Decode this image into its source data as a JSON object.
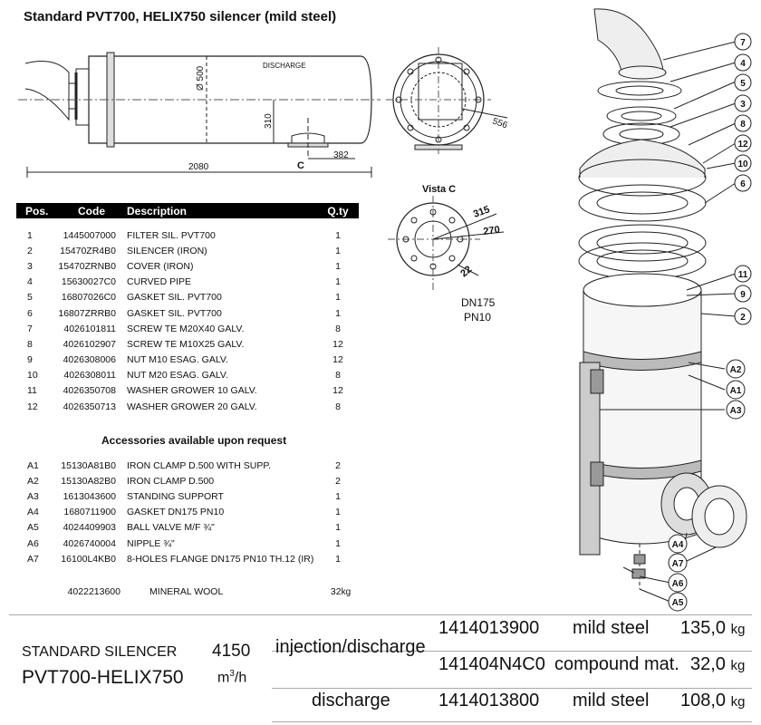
{
  "title": "Standard PVT700, HELIX750 silencer (mild steel)",
  "drawing_labels": {
    "discharge": "DISCHARGE",
    "diameter": "Ø 500",
    "height_310": "310",
    "offset_382": "382",
    "length_2080": "2080",
    "view_c_marker": "C",
    "flange_556": "556",
    "vista_c_title": "Vista C",
    "vista_c_315": "315",
    "vista_c_270": "270",
    "vista_c_22": "22",
    "flange_spec_1": "DN175",
    "flange_spec_2": "PN10"
  },
  "callouts": [
    "7",
    "4",
    "5",
    "3",
    "8",
    "12",
    "10",
    "6",
    "11",
    "9",
    "2",
    "A2",
    "A1",
    "A3",
    "A4",
    "A7",
    "A6",
    "A5"
  ],
  "table": {
    "headers": {
      "pos": "Pos.",
      "code": "Code",
      "desc": "Description",
      "qty": "Q.ty"
    },
    "rows": [
      {
        "pos": "1",
        "code": "1445007000",
        "desc": "FILTER SIL. PVT700",
        "qty": "1"
      },
      {
        "pos": "2",
        "code": "15470ZR4B0",
        "desc": "SILENCER (IRON)",
        "qty": "1"
      },
      {
        "pos": "3",
        "code": "15470ZRNB0",
        "desc": "COVER (IRON)",
        "qty": "1"
      },
      {
        "pos": "4",
        "code": "15630027C0",
        "desc": "CURVED PIPE",
        "qty": "1"
      },
      {
        "pos": "5",
        "code": "16807026C0",
        "desc": "GASKET SIL. PVT700",
        "qty": "1"
      },
      {
        "pos": "6",
        "code": "16807ZRRB0",
        "desc": "GASKET SIL. PVT700",
        "qty": "1"
      },
      {
        "pos": "7",
        "code": "4026101811",
        "desc": "SCREW TE M20X40 GALV.",
        "qty": "8"
      },
      {
        "pos": "8",
        "code": "4026102907",
        "desc": "SCREW TE M10X25 GALV.",
        "qty": "12"
      },
      {
        "pos": "9",
        "code": "4026308006",
        "desc": "NUT M10 ESAG. GALV.",
        "qty": "12"
      },
      {
        "pos": "10",
        "code": "4026308011",
        "desc": "NUT M20 ESAG. GALV.",
        "qty": "8"
      },
      {
        "pos": "11",
        "code": "4026350708",
        "desc": "WASHER GROWER 10 GALV.",
        "qty": "12"
      },
      {
        "pos": "12",
        "code": "4026350713",
        "desc": "WASHER GROWER 20 GALV.",
        "qty": "8"
      }
    ]
  },
  "accessories": {
    "title": "Accessories available upon request",
    "rows": [
      {
        "pos": "A1",
        "code": "15130A81B0",
        "desc": "IRON CLAMP D.500 WITH SUPP.",
        "qty": "2"
      },
      {
        "pos": "A2",
        "code": "15130A82B0",
        "desc": "IRON CLAMP D.500",
        "qty": "2"
      },
      {
        "pos": "A3",
        "code": "1613043600",
        "desc": "STANDING SUPPORT",
        "qty": "1"
      },
      {
        "pos": "A4",
        "code": "1680711900",
        "desc": "GASKET DN175 PN10",
        "qty": "1"
      },
      {
        "pos": "A5",
        "code": "4024409903",
        "desc": "BALL VALVE M/F ¾\"",
        "qty": "1"
      },
      {
        "pos": "A6",
        "code": "4026740004",
        "desc": "NIPPLE ¾\"",
        "qty": "1"
      },
      {
        "pos": "A7",
        "code": "16100L4KB0",
        "desc": "8-HOLES FLANGE DN175 PN10 TH.12 (IR)",
        "qty": "1"
      }
    ]
  },
  "mineral": {
    "code": "4022213600",
    "desc": "MINERAL WOOL",
    "qty": "32",
    "unit": "kg"
  },
  "summary": {
    "label_1": "STANDARD SILENCER",
    "label_2": "PVT700-HELIX750",
    "flow": "4150",
    "flow_unit": "m",
    "flow_unit_exp": "3",
    "flow_unit_tail": "/h",
    "rows": [
      {
        "use": "injection/discharge",
        "code": "1414013900",
        "material": "mild steel",
        "weight": "135,0",
        "unit": "kg"
      },
      {
        "use": "",
        "code": "141404N4C0",
        "material": "compound mat.",
        "weight": "32,0",
        "unit": "kg"
      },
      {
        "use": "discharge",
        "code": "1414013800",
        "material": "mild steel",
        "weight": "108,0",
        "unit": "kg"
      }
    ]
  }
}
